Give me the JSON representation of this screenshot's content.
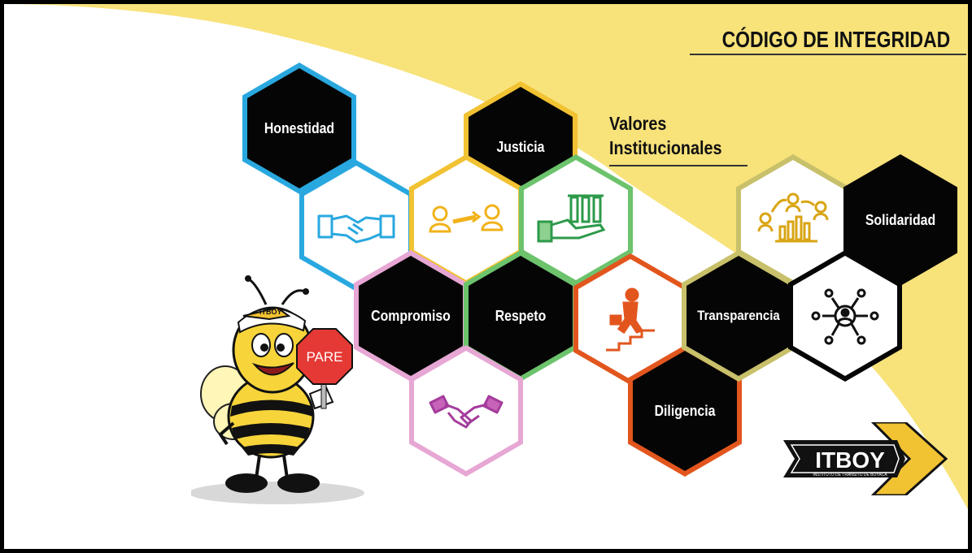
{
  "title": "CÓDIGO DE INTEGRIDAD",
  "subtitle_line1": "Valores",
  "subtitle_line2": "Institucionales",
  "colors": {
    "yellow": "#f8e27a",
    "blue": "#29a8df",
    "gold": "#f1c232",
    "green": "#6cc36c",
    "pink": "#e7a7d4",
    "orange": "#e2561e",
    "olive": "#c8c06a",
    "black": "#050505"
  },
  "values": {
    "honestidad": "Honestidad",
    "justicia": "Justicia",
    "compromiso": "Compromiso",
    "respeto": "Respeto",
    "diligencia": "Diligencia",
    "transparencia": "Transparencia",
    "solidaridad": "Solidaridad"
  },
  "icons": {
    "handshake_blue": "handshake-icon",
    "people_arrow": "people-transfer-icon",
    "hand_bars": "hand-columns-icon",
    "growth_team": "team-growth-icon",
    "climber": "stair-climber-icon",
    "network": "people-network-icon",
    "handshake_purple": "handshake-icon"
  },
  "sign_text": "PARE",
  "cap_text": "ITBOY",
  "logo": {
    "name": "ITBOY",
    "tagline": "INSTITUTO DE TRANSITO DE BOYACÁ"
  }
}
